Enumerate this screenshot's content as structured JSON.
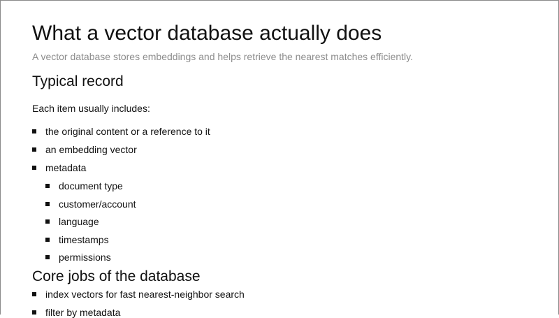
{
  "slide": {
    "title": "What a vector database actually does",
    "subtitle": "A vector database stores embeddings and helps retrieve the nearest matches efficiently.",
    "sections": [
      {
        "heading": "Typical record",
        "intro": "Each item usually includes:",
        "bullets": [
          "the original content or a reference to it",
          "an embedding vector",
          "metadata"
        ],
        "sub_bullets": [
          "document type",
          "customer/account",
          "language",
          "timestamps",
          "permissions"
        ]
      },
      {
        "heading": "Core jobs of the database",
        "bullets": [
          "index vectors for fast nearest-neighbor search",
          "filter by metadata"
        ]
      }
    ]
  }
}
